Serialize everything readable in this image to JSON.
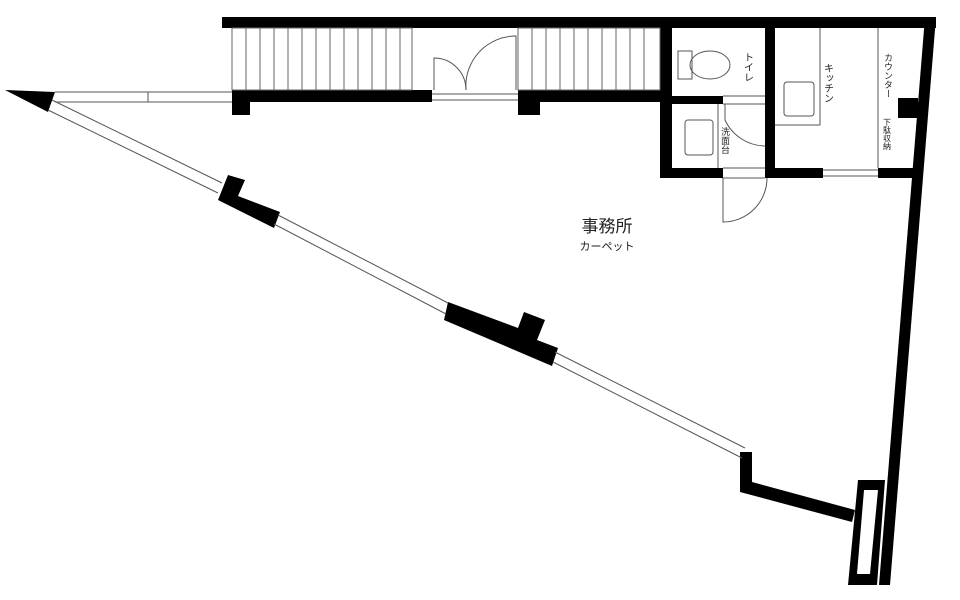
{
  "rooms": {
    "office": {
      "label": "事務所",
      "floor": "カーペット"
    },
    "toilet": "トイレ",
    "washbasin": "洗面台",
    "kitchen": "キッチン",
    "counter": "カウンター",
    "shoe_storage": "下駄収納"
  },
  "colors": {
    "wall": "#000000",
    "line": "#444444",
    "background": "#ffffff"
  }
}
